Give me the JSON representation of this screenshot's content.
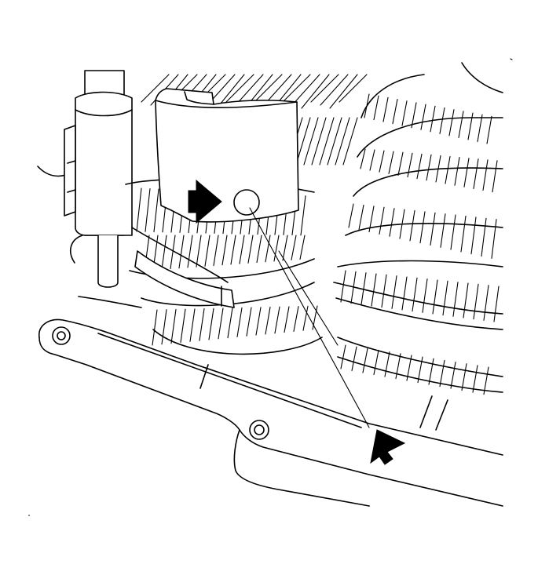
{
  "figure": {
    "kind": "line-drawing",
    "subject": "transmission-gear-assembly",
    "callouts": [
      {
        "id": "arrow-pointer-upper",
        "shape": "solid-arrow",
        "direction": "right",
        "color": "#000000"
      },
      {
        "id": "arrow-pointer-lower",
        "shape": "solid-arrow",
        "direction": "down-left",
        "color": "#000000"
      }
    ],
    "colors": {
      "ink": "#000000",
      "paper": "#ffffff"
    }
  }
}
